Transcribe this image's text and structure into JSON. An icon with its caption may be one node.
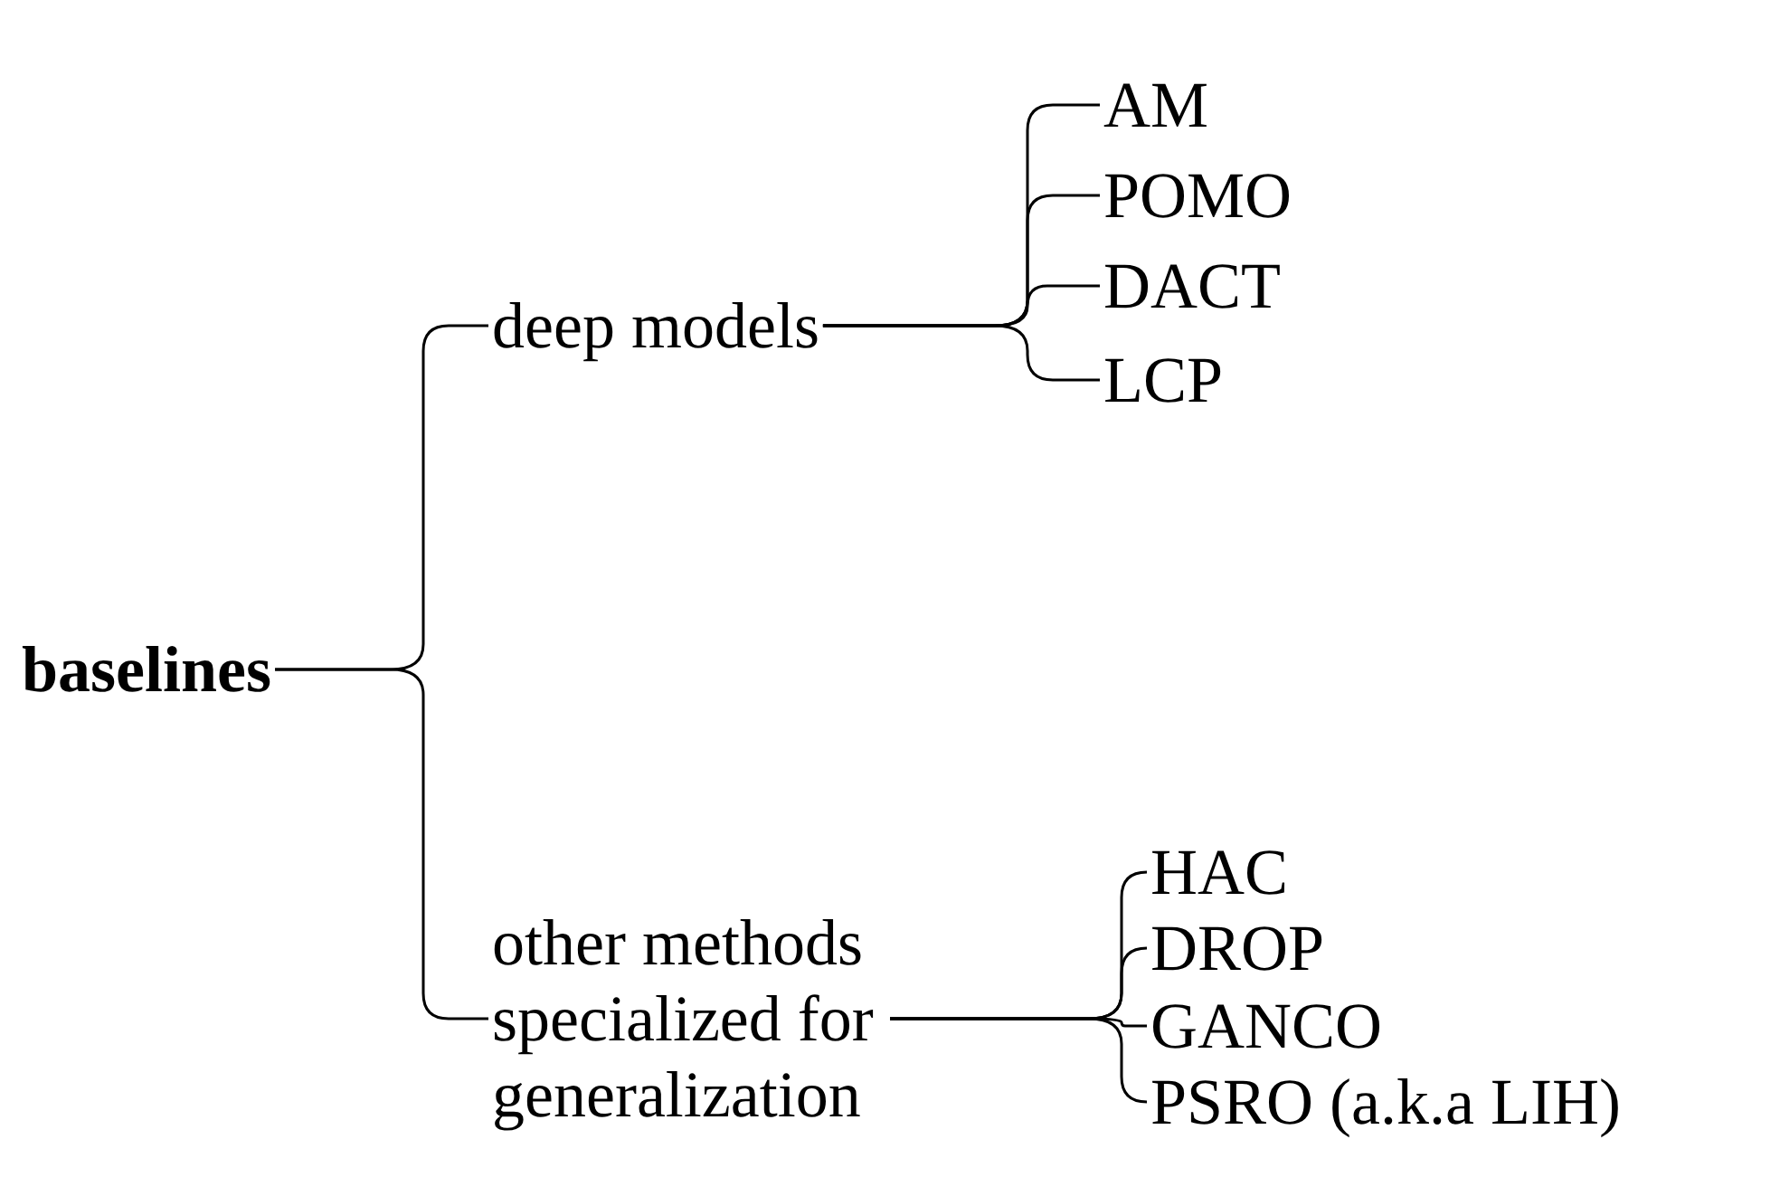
{
  "diagram": {
    "nodes": [
      {
        "text": [
          "baselines"
        ]
      },
      {
        "text": [
          "deep models"
        ]
      },
      {
        "text": [
          "other methods specialized for generalization"
        ]
      },
      {
        "text": [
          "AM"
        ]
      },
      {
        "text": [
          "POMO"
        ]
      },
      {
        "text": [
          "DACT"
        ]
      },
      {
        "text": [
          "LCP"
        ]
      },
      {
        "text": [
          "HAC"
        ]
      },
      {
        "text": [
          "DROP"
        ]
      },
      {
        "text": [
          "GANCO"
        ]
      },
      {
        "text": [
          "PSRO (a.k.a LIH)"
        ]
      }
    ],
    "edges": [
      {
        "from": 0,
        "to": 1,
        "arrow": "none"
      },
      {
        "from": 0,
        "to": 2,
        "arrow": "none"
      },
      {
        "from": 1,
        "to": 3,
        "arrow": "none"
      },
      {
        "from": 1,
        "to": 4,
        "arrow": "none"
      },
      {
        "from": 1,
        "to": 5,
        "arrow": "none"
      },
      {
        "from": 1,
        "to": 6,
        "arrow": "none"
      },
      {
        "from": 2,
        "to": 7,
        "arrow": "none"
      },
      {
        "from": 2,
        "to": 8,
        "arrow": "none"
      },
      {
        "from": 2,
        "to": 9,
        "arrow": "none"
      },
      {
        "from": 2,
        "to": 10,
        "arrow": "none"
      }
    ]
  }
}
